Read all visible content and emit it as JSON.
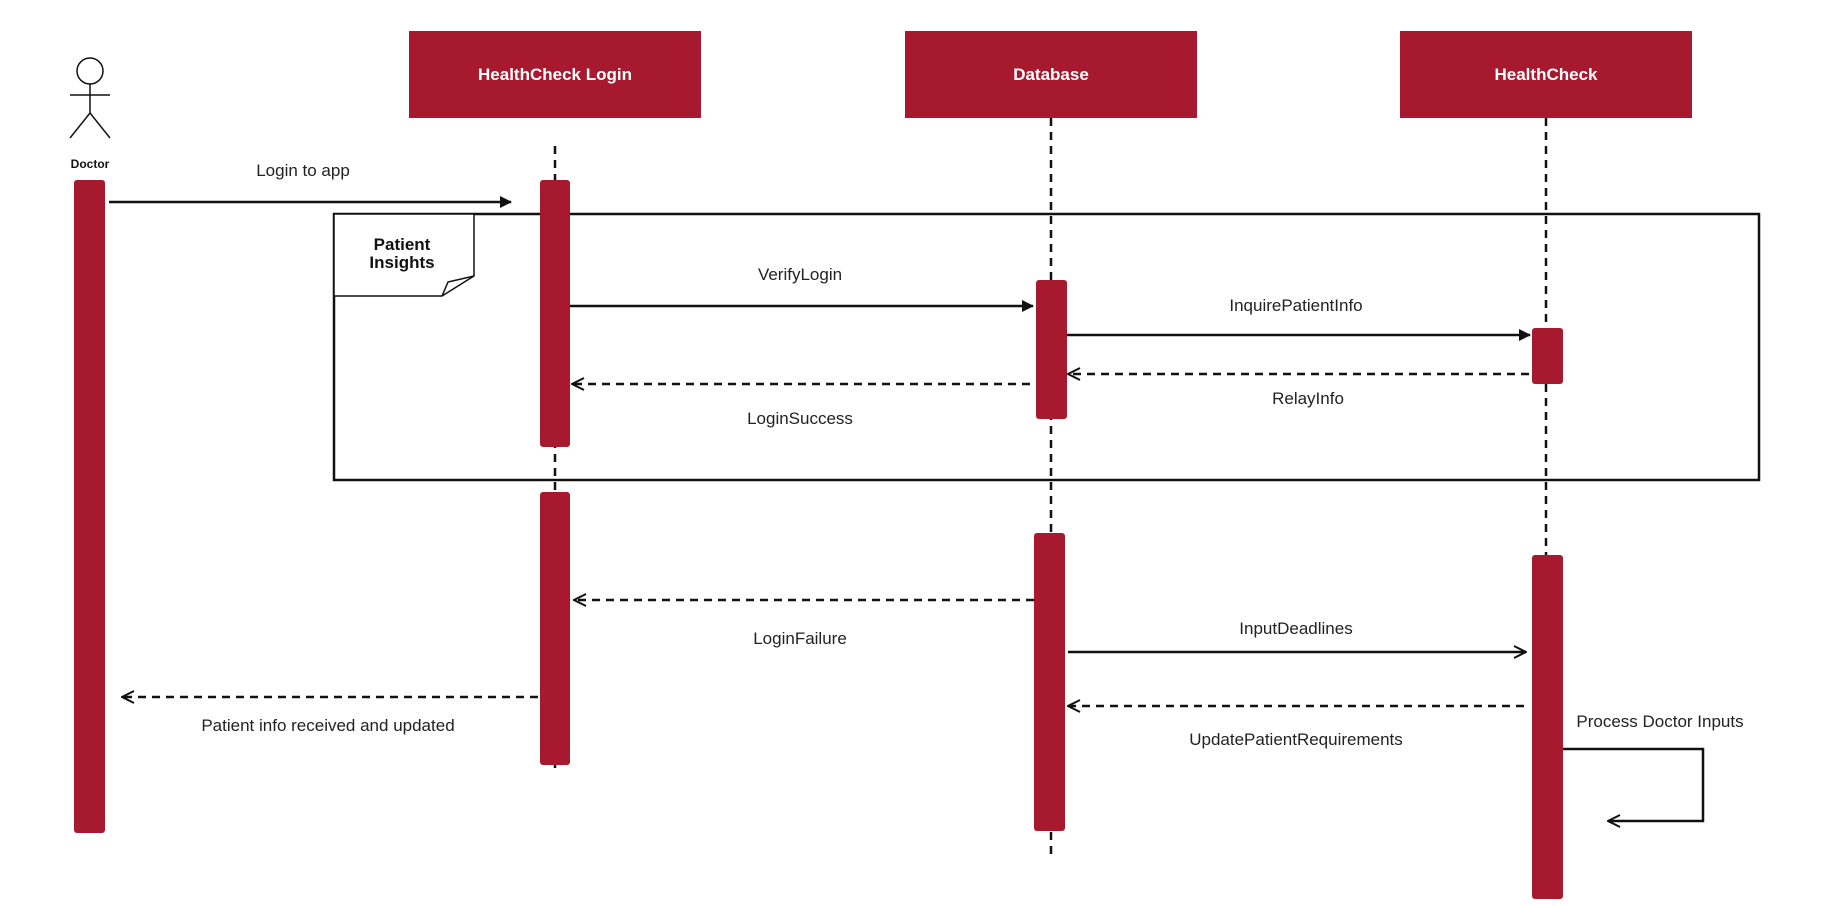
{
  "diagram": {
    "type": "sequence",
    "actor": {
      "name": "Doctor"
    },
    "lifelines": [
      {
        "name": "HealthCheck Login"
      },
      {
        "name": "Database"
      },
      {
        "name": "HealthCheck"
      }
    ],
    "frame": {
      "label_line1": "Patient",
      "label_line2": "Insights"
    },
    "messages": [
      {
        "label": "Login to app",
        "from": "Doctor",
        "to": "HealthCheck Login",
        "style": "sync"
      },
      {
        "label": "VerifyLogin",
        "from": "HealthCheck Login",
        "to": "Database",
        "style": "sync"
      },
      {
        "label": "InquirePatientInfo",
        "from": "Database",
        "to": "HealthCheck",
        "style": "sync"
      },
      {
        "label": "RelayInfo",
        "from": "HealthCheck",
        "to": "Database",
        "style": "return"
      },
      {
        "label": "LoginSuccess",
        "from": "Database",
        "to": "HealthCheck Login",
        "style": "return"
      },
      {
        "label": "LoginFailure",
        "from": "Database",
        "to": "HealthCheck Login",
        "style": "return"
      },
      {
        "label": "InputDeadlines",
        "from": "Database",
        "to": "HealthCheck",
        "style": "async"
      },
      {
        "label": "UpdatePatientRequirements",
        "from": "HealthCheck",
        "to": "Database",
        "style": "return"
      },
      {
        "label": "Patient info received and updated",
        "from": "HealthCheck Login",
        "to": "Doctor",
        "style": "return"
      },
      {
        "label": "Process Doctor Inputs",
        "from": "HealthCheck",
        "to": "HealthCheck",
        "style": "self"
      }
    ],
    "colors": {
      "lifeline_fill": "#a6192e",
      "lifeline_text": "#ffffff",
      "line": "#111111"
    }
  }
}
